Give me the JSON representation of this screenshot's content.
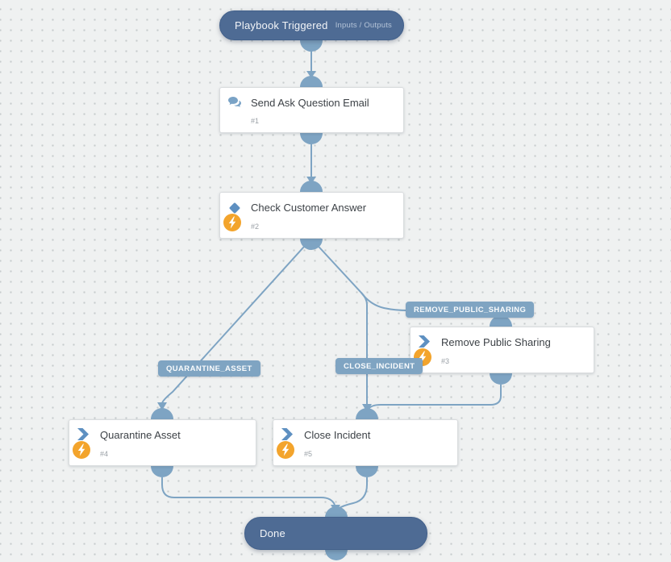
{
  "app": {
    "name": "playbook-workflow-canvas"
  },
  "colors": {
    "canvas_bg": "#eff1f1",
    "grid_dot": "#c7cccd",
    "connector_blue": "#7ea4c3",
    "terminal_node_bg": "#4e6b94",
    "edge_label_bg": "#7fa4c2",
    "task_icon_blue": "#5e90c1",
    "chat_icon_blue": "#7aa3c6",
    "automation_orange": "#f3a42c",
    "card_bg": "#ffffff"
  },
  "icons": {
    "send_email": "chat-bubbles-icon",
    "condition": "diamond-condition-icon",
    "task": "chevron-right-task-icon",
    "automation": "lightning-bolt-icon"
  },
  "nodes": {
    "trigger": {
      "title": "Playbook Triggered",
      "io_label": "Inputs / Outputs"
    },
    "send_ask_question_email": {
      "title": "Send Ask Question Email",
      "id": "#1"
    },
    "check_customer_answer": {
      "title": "Check Customer Answer",
      "id": "#2"
    },
    "remove_public_sharing": {
      "title": "Remove Public Sharing",
      "id": "#3"
    },
    "quarantine_asset": {
      "title": "Quarantine Asset",
      "id": "#4"
    },
    "close_incident": {
      "title": "Close Incident",
      "id": "#5"
    },
    "done": {
      "title": "Done"
    }
  },
  "edge_labels": {
    "quarantine_asset": "QUARANTINE_ASSET",
    "close_incident": "CLOSE_INCIDENT",
    "remove_public_sharing": "REMOVE_PUBLIC_SHARING"
  }
}
